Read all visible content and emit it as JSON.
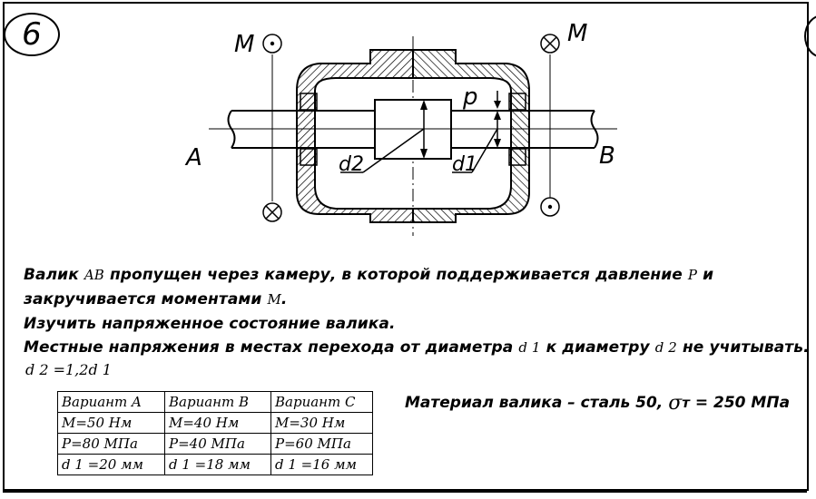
{
  "problem_number": "6",
  "labels": {
    "M_left": "M",
    "M_right": "M",
    "A": "A",
    "B": "B",
    "p": "p",
    "d1": "d1",
    "d2": "d2"
  },
  "text": {
    "line1_a": "Валик ",
    "line1_var": "AB",
    "line1_b": " пропущен через камеру, в которой поддерживается давление ",
    "line1_var2": "P",
    "line1_c": " и",
    "line2_a": "закручивается моментами ",
    "line2_var": "M",
    "line2_b": ".",
    "line3": "Изучить напряженное состояние валика.",
    "line4_a": "Местные напряжения в местах перехода от диаметра ",
    "line4_var1": "d 1",
    "line4_b": " к диаметру ",
    "line4_var2": "d 2",
    "line4_c": " не учитывать.",
    "relation": "d 2 =1,2d 1"
  },
  "table": [
    [
      "Вариант A",
      "Вариант B",
      "Вариант C"
    ],
    [
      "M=50 Нм",
      "M=40 Нм",
      "M=30 Нм"
    ],
    [
      "P=80 МПа",
      "P=40 МПа",
      "P=60 МПа"
    ],
    [
      "d 1 =20 мм",
      "d 1 =18 мм",
      "d 1 =16 мм"
    ]
  ],
  "material": {
    "prefix": "Материал валика – сталь 50,",
    "sigma": "σ",
    "sub": "т",
    "value": "= 250 МПа"
  }
}
